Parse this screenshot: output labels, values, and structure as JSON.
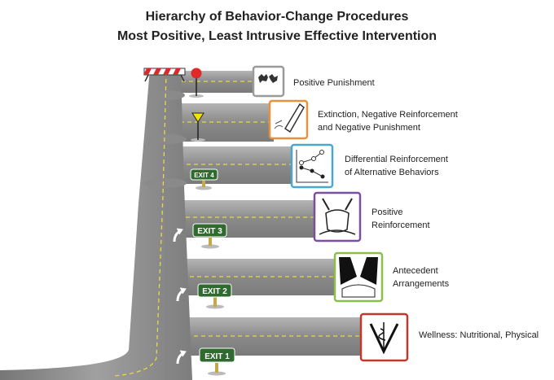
{
  "title": {
    "line1": "Hierarchy of Behavior-Change Procedures",
    "line2": "Most Positive, Least Intrusive Effective Intervention"
  },
  "branches": [
    {
      "lines": [
        "Positive Punishment"
      ],
      "border": "#9a9a9a",
      "icon": "chaos-scribble-icon"
    },
    {
      "lines": [
        "Extinction, Negative Reinforcement",
        "and Negative Punishment"
      ],
      "border": "#e8913a",
      "icon": "eraser-pencil-icon"
    },
    {
      "lines": [
        "Differential Reinforcement",
        "of Alternative Behaviors"
      ],
      "border": "#4aa8cc",
      "icon": "line-graph-icon"
    },
    {
      "lines": [
        "Positive",
        "Reinforcement"
      ],
      "border": "#7b4fa0",
      "icon": "gift-bag-icon"
    },
    {
      "lines": [
        "Antecedent",
        "Arrangements"
      ],
      "border": "#8cbf4a",
      "icon": "set-the-stage-icon"
    },
    {
      "lines": [
        "Wellness: Nutritional, Physical"
      ],
      "border": "#c0392b",
      "icon": "veterinary-caduceus-icon"
    }
  ],
  "exits": [
    "EXIT 4",
    "EXIT 3",
    "EXIT 2",
    "EXIT 1"
  ],
  "colors": {
    "road": "#8e8e8e",
    "exit_sign": "#2f6b2f",
    "stop": "#e02a2a",
    "yield": "#f2e600"
  }
}
